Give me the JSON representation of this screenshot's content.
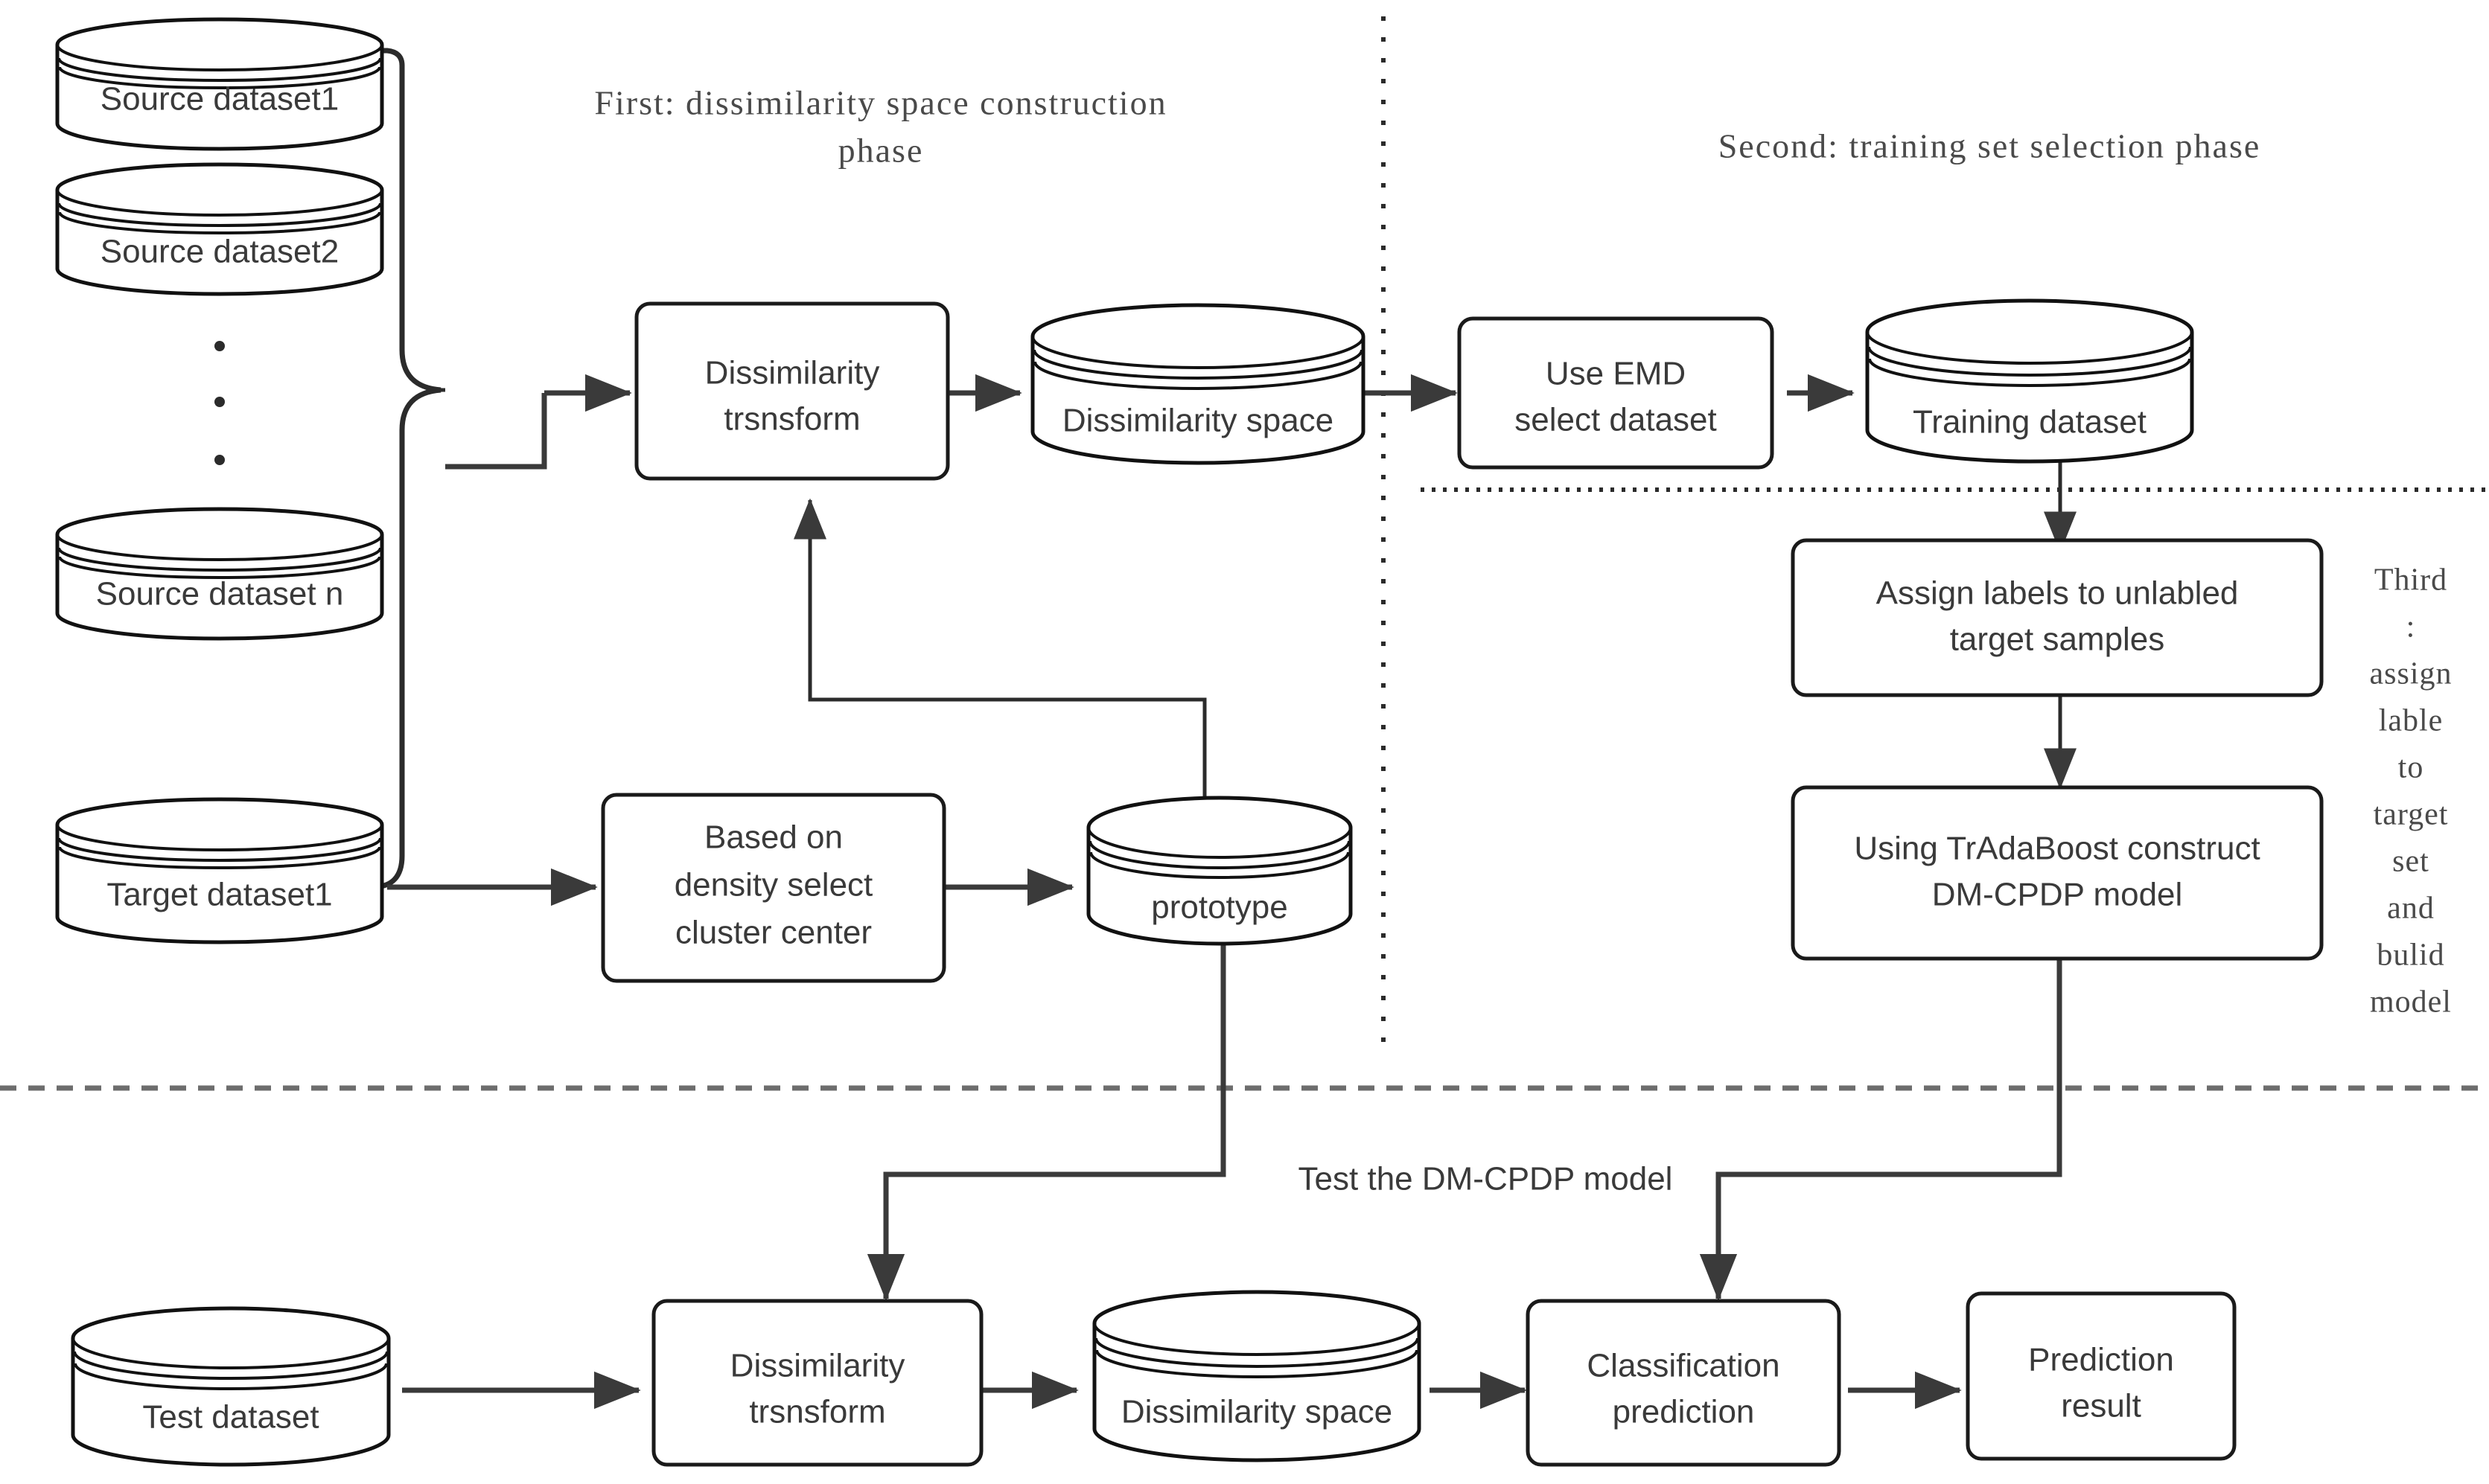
{
  "diagram": {
    "title": "DM-CPDP cross-project defect prediction framework flowchart",
    "phases": {
      "first_line1": "First: dissimilarity space construction",
      "first_line2": "phase",
      "second": "Second: training set selection phase",
      "third_lines": [
        "Third",
        ":",
        "assign",
        "lable",
        "to",
        "target",
        "set",
        "and",
        "bulid",
        "model"
      ]
    },
    "datastores": {
      "source1": "Source dataset1",
      "source2": "Source dataset2",
      "source_n": "Source dataset n",
      "target1": "Target dataset1",
      "dissimilarity_space_top": "Dissimilarity space",
      "training_dataset": "Training dataset",
      "prototype": "prototype",
      "test_dataset": "Test dataset",
      "dissimilarity_space_bottom": "Dissimilarity space"
    },
    "processes": {
      "dissimilarity_transform_top_line1": "Dissimilarity",
      "dissimilarity_transform_top_line2": "trsnsform",
      "use_emd_line1": "Use EMD",
      "use_emd_line2": "select dataset",
      "density_line1": "Based on",
      "density_line2": "density select",
      "density_line3": "cluster center",
      "assign_labels_line1": "Assign labels to unlabled",
      "assign_labels_line2": "target samples",
      "tradaboost_line1": "Using TrAdaBoost construct",
      "tradaboost_line2": "DM-CPDP model",
      "dissimilarity_transform_bottom_line1": "Dissimilarity",
      "dissimilarity_transform_bottom_line2": "trsnsform",
      "classification_line1": "Classification",
      "classification_line2": "prediction",
      "prediction_result_line1": "Prediction",
      "prediction_result_line2": "result"
    },
    "edge_labels": {
      "test_model": "Test the DM-CPDP model"
    },
    "ellipsis_marker": "vertical-three-dots",
    "colors": {
      "background": "#ffffff",
      "node_stroke": "#1a1a1a",
      "connector": "#3a3a3a",
      "text": "#3a3a3a",
      "phase_text": "#4a4a4a",
      "divider_dashed": "#6d6d6d"
    }
  }
}
